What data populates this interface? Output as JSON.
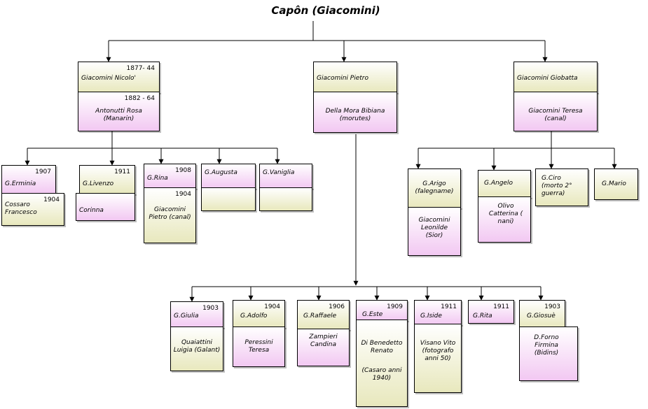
{
  "title": "Capôn (Giacomini)",
  "line_color": "#000000",
  "cards": {
    "nicolo": {
      "year": "1877- 44",
      "name": "Giacomini Nicolo'"
    },
    "rosa": {
      "year": "1882 - 64",
      "name": "Antonutti Rosa (Manarin)"
    },
    "pietro": {
      "name": "Giacomini Pietro"
    },
    "bibiana": {
      "name": "Della Mora Bibiana (morutes)"
    },
    "giobatta": {
      "name": "Giacomini Giobatta"
    },
    "teresa": {
      "name": "Giacomini Teresa (canal)"
    },
    "erminia": {
      "year": "1907",
      "name": "G.Erminia"
    },
    "cossaro": {
      "year": "1904",
      "name": "Cossaro Francesco"
    },
    "livenzo": {
      "year": "1911",
      "name": "G.Livenzo"
    },
    "corinna": {
      "name": "Corinna"
    },
    "rina": {
      "year": "1908",
      "name": "G.Rina"
    },
    "gpietro": {
      "year": "1904",
      "name": "Giacomini Pietro (canal)"
    },
    "augusta": {
      "name": "G.Augusta"
    },
    "vaniglia": {
      "name": "G.Vaniglia"
    },
    "arigo": {
      "name": "G.Arigo (falegname)"
    },
    "leonilde": {
      "name": "Giacomini Leonilde (Sior)"
    },
    "angelo": {
      "name": "G.Angelo"
    },
    "olivo": {
      "name": "Olivo Catterina ( nani)"
    },
    "ciro": {
      "name": "G.Ciro (morto 2° guerra)"
    },
    "mario": {
      "name": "G.Mario"
    },
    "giulia": {
      "year": "1903",
      "name": "G.Giulia"
    },
    "quaiattini": {
      "name": "Quaiattini Luigia (Galant)"
    },
    "adolfo": {
      "year": "1904",
      "name": "G.Adolfo"
    },
    "peressini": {
      "name": "Peressini Teresa"
    },
    "raffaele": {
      "year": "1906",
      "name": "G.Raffaele"
    },
    "zampieri": {
      "name": "Zampieri Candina"
    },
    "este": {
      "year": "1909",
      "name": "G.Este"
    },
    "dibenedetto": {
      "name": "Di Benedetto Renato"
    },
    "dibenedetto_note": {
      "name": "(Casaro anni 1940)"
    },
    "iside": {
      "year": "1911",
      "name": "G.Iside"
    },
    "visano": {
      "name": "Visano Vito (fotografo anni 50)"
    },
    "rita": {
      "year": "1911",
      "name": "G.Rita"
    },
    "giosue": {
      "year": "1903",
      "name": "G.Giosuè"
    },
    "dforno": {
      "name": "D.Forno Firmina (Bidins)"
    }
  }
}
